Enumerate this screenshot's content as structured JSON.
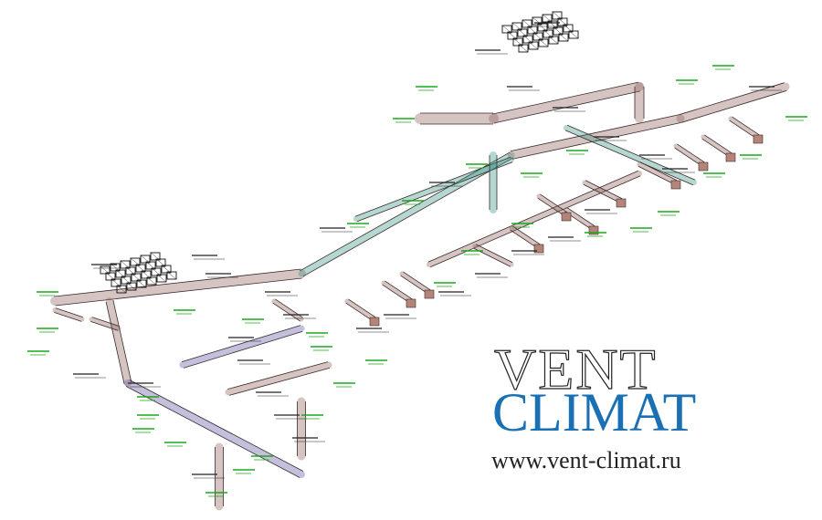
{
  "logo": {
    "word_top": "VENT",
    "word_bottom": "CLIMAT",
    "url": "www.vent-climat.ru",
    "brand_color": "#1b70b4",
    "text_color": "#222222"
  },
  "drawing": {
    "colors": {
      "duct_main": "#8a5a52",
      "duct_outline": "#3a2a2a",
      "duct_supply": "#2f8f80",
      "duct_exhaust": "#5a4aa0",
      "label_text": "#222222",
      "label_green": "#1aa81a",
      "equipment": "#111111"
    }
  }
}
